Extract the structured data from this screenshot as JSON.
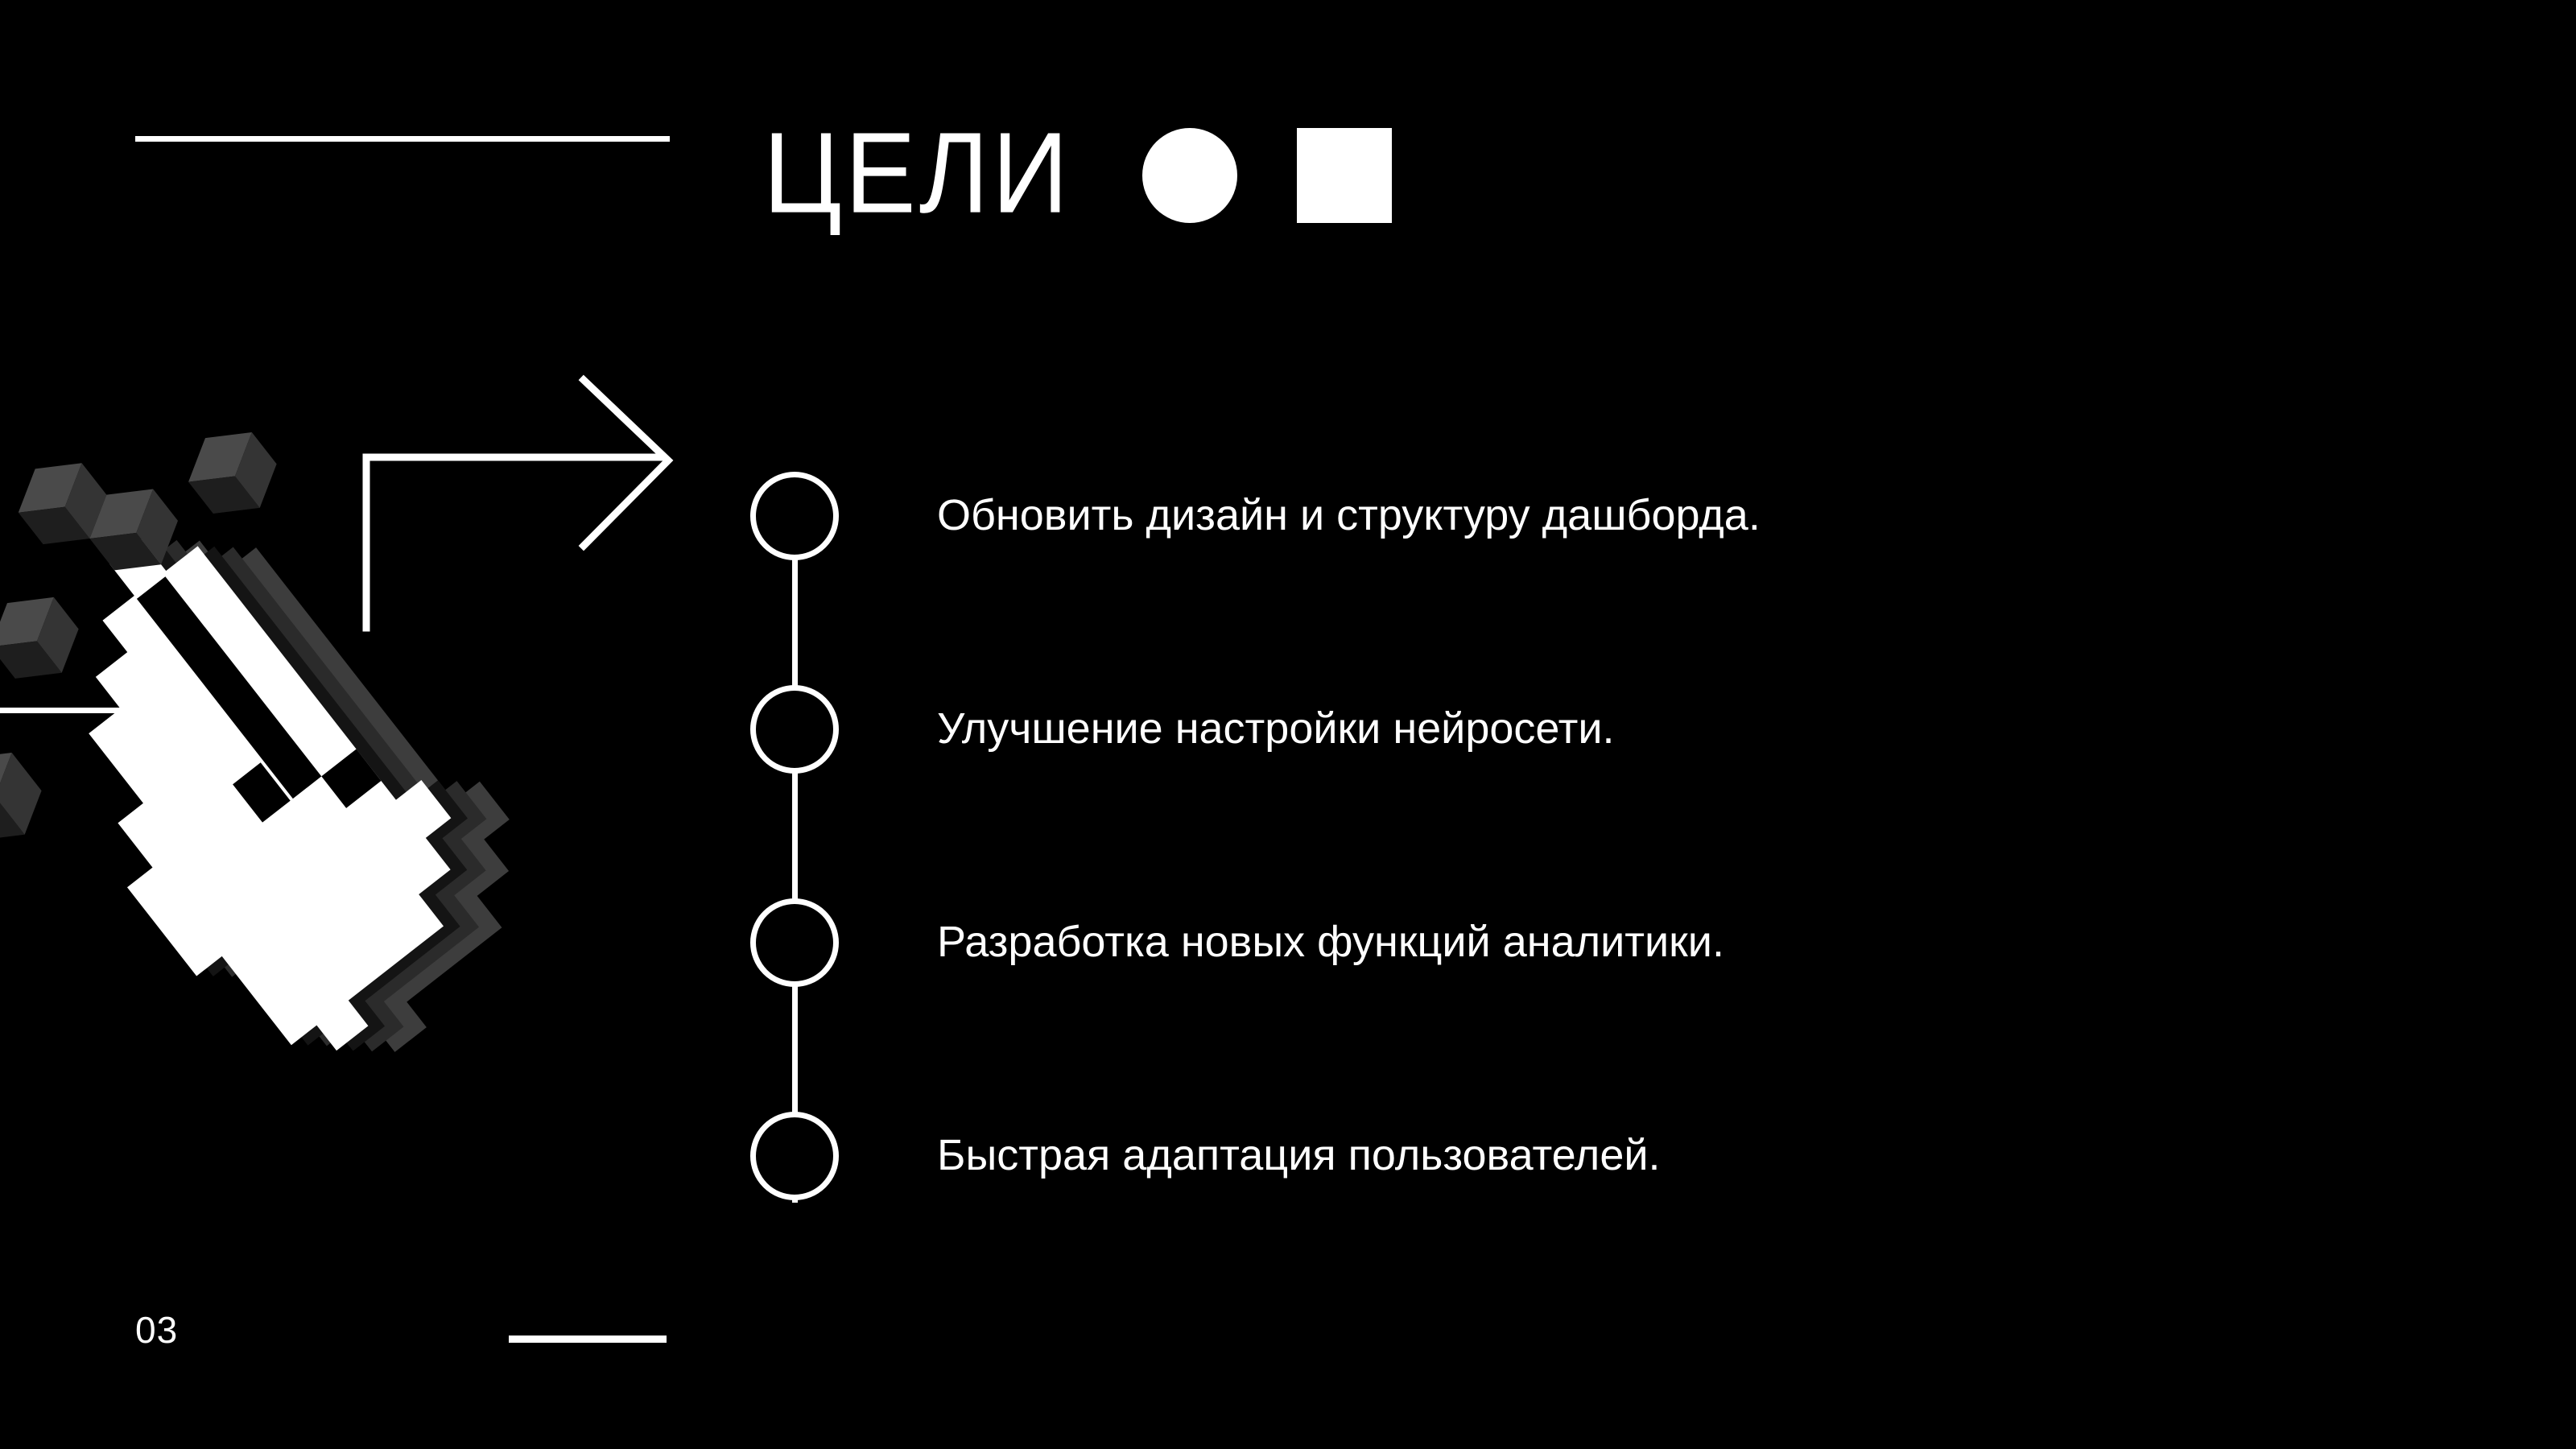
{
  "slide": {
    "background_color": "#000000",
    "foreground_color": "#ffffff",
    "page_number": "03"
  },
  "header": {
    "title": "ЦЕЛИ",
    "shapes": [
      {
        "name": "circle",
        "fill": "#ffffff"
      },
      {
        "name": "square",
        "fill": "#ffffff"
      }
    ]
  },
  "goals": {
    "items": [
      {
        "text": "Обновить дизайн и структуру дашборда."
      },
      {
        "text": "Улучшение настройки нейросети."
      },
      {
        "text": "Разработка новых функций аналитики."
      },
      {
        "text": "Быстрая адаптация пользователей."
      }
    ]
  },
  "decor": {
    "arrow_label": "right-arrow",
    "cursor_label": "pixel-hand-cursor",
    "hand_colors": {
      "fill": "#ffffff",
      "outline": "#0a0a0a",
      "shadow_light": "#4a4a4a",
      "shadow_mid": "#3a3a3a",
      "shadow_dark": "#2a2a2a"
    }
  }
}
